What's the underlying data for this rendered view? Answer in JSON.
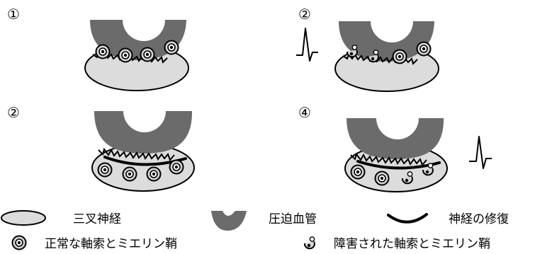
{
  "panels": [
    {
      "number": "①",
      "state": "normal axons, vessel touching",
      "signal": false
    },
    {
      "number": "②",
      "state": "some axons damaged",
      "signal": true
    },
    {
      "number": "②",
      "state": "nerve repair layer, normal axons",
      "signal": false
    },
    {
      "number": "④",
      "state": "nerve repair layer, damaged axons",
      "signal": true
    }
  ],
  "legend": {
    "trigeminal_nerve": "三叉神経",
    "compressing_vessel": "圧迫血管",
    "nerve_repair": "神経の修復",
    "normal_axon": "正常な軸索とミエリン鞘",
    "damaged_axon": "障害された軸索とミエリン鞘"
  },
  "colors": {
    "vessel": "#6b6b6b",
    "nerve": "#dcdcdc",
    "axon_ring": "#d3d3d3",
    "outline": "#000000",
    "background": "#ffffff"
  },
  "icons": [
    "vessel-arc-icon",
    "nerve-ellipse-icon",
    "axon-icon",
    "damaged-axon-icon",
    "spike-signal-icon",
    "repair-arc-icon"
  ]
}
